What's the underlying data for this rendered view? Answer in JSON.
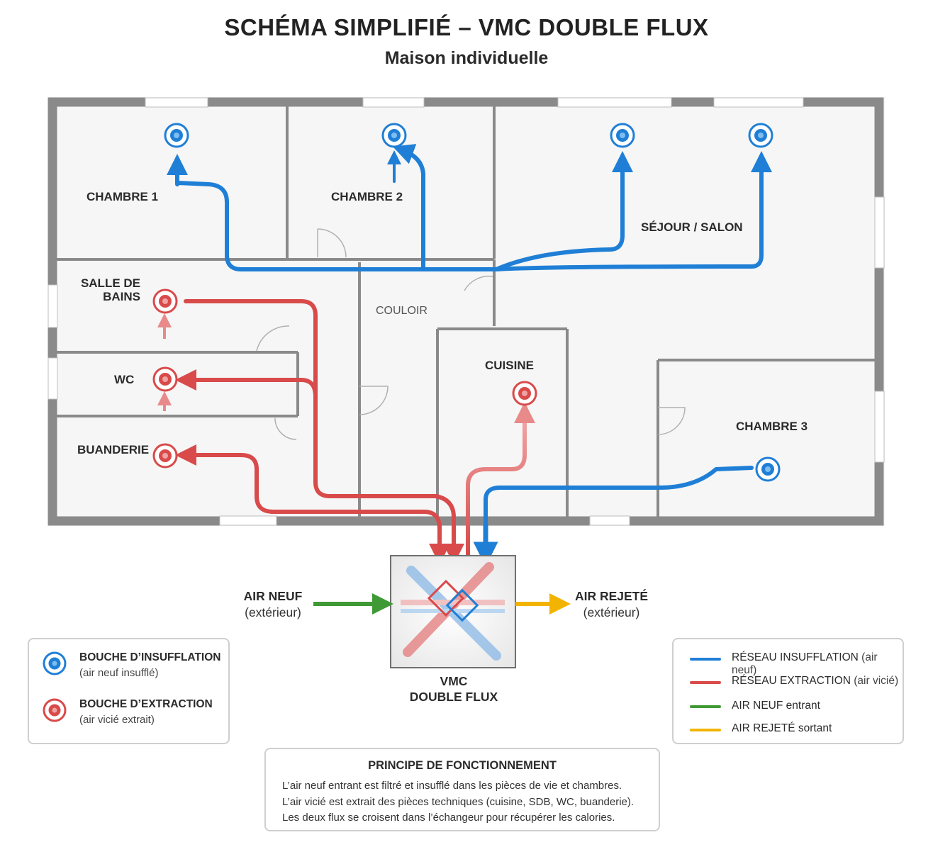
{
  "header": {
    "title": "SCHÉMA SIMPLIFIÉ – VMC DOUBLE FLUX",
    "subtitle": "Maison individuelle"
  },
  "rooms": {
    "chambre1": "CHAMBRE 1",
    "chambre2": "CHAMBRE 2",
    "sejour": "SÉJOUR / SALON",
    "salle_de_bains_line1": "SALLE DE",
    "salle_de_bains_line2": "BAINS",
    "couloir": "COULOIR",
    "wc": "WC",
    "cuisine": "CUISINE",
    "buanderie": "BUANDERIE",
    "chambre3": "CHAMBRE 3"
  },
  "unit": {
    "air_neuf_title": "AIR NEUF",
    "air_neuf_sub": "(extérieur)",
    "air_rejete_title": "AIR REJETÉ",
    "air_rejete_sub": "(extérieur)",
    "vmc_line1": "VMC",
    "vmc_line2": "DOUBLE FLUX"
  },
  "legend_left": {
    "insufflation_title": "BOUCHE D’INSUFFLATION",
    "insufflation_sub": "(air neuf insufflé)",
    "extraction_title": "BOUCHE D’EXTRACTION",
    "extraction_sub": "(air vicié extrait)"
  },
  "legend_right": {
    "items": [
      {
        "label": "RÉSEAU INSUFFLATION",
        "note": " (air neuf)",
        "color": "#1f7fd6"
      },
      {
        "label": "RÉSEAU EXTRACTION",
        "note": " (air vicié)",
        "color": "#d94a4a"
      },
      {
        "label": "AIR NEUF",
        "note": " entrant",
        "color": "#3f9a35"
      },
      {
        "label": "AIR REJETÉ",
        "note": " sortant",
        "color": "#f2b400"
      }
    ]
  },
  "principe": {
    "title": "PRINCIPE DE FONCTIONNEMENT",
    "lines": [
      "L’air neuf entrant est filtré et insufflé dans les pièces de vie et chambres.",
      "L’air vicié est extrait des pièces techniques (cuisine, SDB, WC, buanderie).",
      "Les deux flux se croisent dans l’échangeur pour récupérer les calories."
    ]
  },
  "colors": {
    "supply": "#1f7fd6",
    "extract": "#d94a4a",
    "fresh": "#3f9a35",
    "exhaust": "#f2b400",
    "wall": "#8a8a8a"
  }
}
